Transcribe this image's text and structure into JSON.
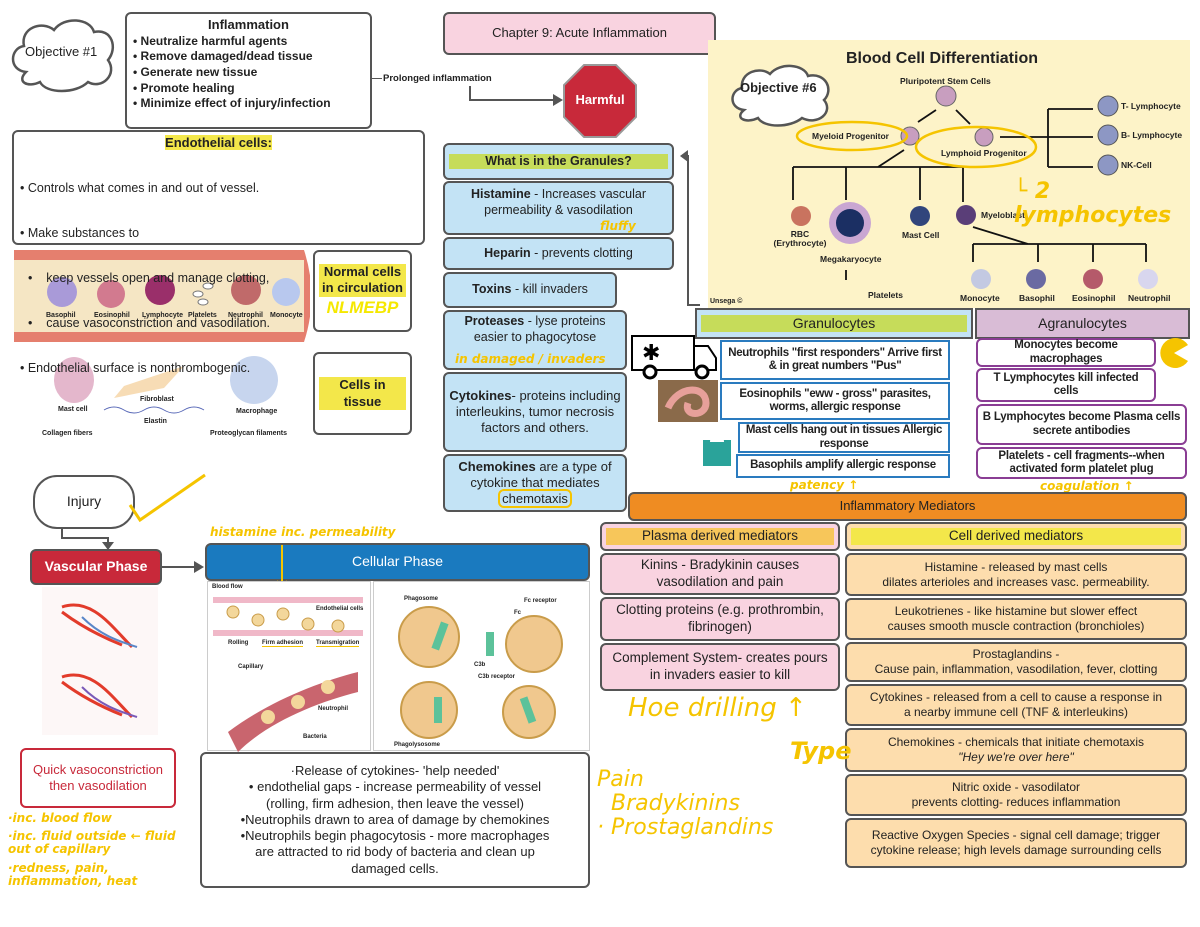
{
  "objective1": "Objective #1",
  "inflammation": {
    "title": "Inflammation",
    "items": [
      "• Neutralize harmful agents",
      "• Remove damaged/dead tissue",
      "• Generate new tissue",
      "• Promote healing",
      "• Minimize effect of injury/infection"
    ]
  },
  "prolonged": "Prolonged inflammation",
  "chapter": "Chapter 9: Acute Inflammation",
  "harmful": "Harmful",
  "endothelial": {
    "title": "Endothelial cells:",
    "items": [
      "• Controls what comes in and out of vessel.",
      "• Make substances to",
      "•    keep vessels open and manage clotting,",
      "•    cause vasoconstriction and vasodilation.",
      "• Endothelial surface is nonthrombogenic."
    ]
  },
  "vessel_labels": [
    "Basophil",
    "Eosinophil",
    "Lymphocyte",
    "Platelets",
    "Neutrophil",
    "Monocyte"
  ],
  "tissue_labels": [
    "Mast cell",
    "Fibroblast",
    "Elastin",
    "Macrophage",
    "Collagen fibers",
    "Proteoglycan filaments"
  ],
  "normal_cells": "Normal cells in circulation",
  "normal_note": "NLMEBP",
  "cells_tissue": "Cells in tissue",
  "granules": {
    "header": "What is in the Granules?",
    "histamine": {
      "b": "Histamine",
      "t": " - Increases vascular permeability  & vasodilation",
      "note": "fluffy"
    },
    "heparin": {
      "b": "Heparin",
      "t": " - prevents clotting"
    },
    "toxins": {
      "b": "Toxins",
      "t": " - kill invaders"
    },
    "proteases": {
      "b": "Proteases",
      "t": " - lyse proteins easier to phagocytose",
      "note": "in damaged / invaders"
    },
    "cytokines": {
      "b": "Cytokines",
      "t": "- proteins including interleukins, tumor necrosis factors and others."
    },
    "chemokines": {
      "b": "Chemokines",
      "t": " are a type of cytokine that mediates ",
      "u": "chemotaxis"
    }
  },
  "blood": {
    "title": "Blood Cell Differentiation",
    "objective": "Objective #6",
    "stem": "Pluripotent Stem Cells",
    "myeloid": "Myeloid Progenitor",
    "lymphoid": "Lymphoid Progenitor",
    "t": "T- Lymphocyte",
    "b": "B- Lymphocyte",
    "nk": "NK-Cell",
    "rbc": "RBC (Erythrocyte)",
    "mega": "Megakaryocyte",
    "platelets": "Platelets",
    "mast": "Mast Cell",
    "myeloblast": "Myeloblast",
    "mono": "Monocyte",
    "baso": "Basophil",
    "eos": "Eosinophil",
    "neut": "Neutrophil",
    "credit": "Unsega ©",
    "note": "└ 2 lymphocytes"
  },
  "granulocytes": {
    "header": "Granulocytes",
    "rows": [
      "Neutrophils \"first responders\" Arrive first & in great numbers  \"Pus\"",
      "Eosinophils \"eww - gross\" parasites, worms, allergic response",
      "Mast cells hang out in tissues  Allergic response",
      "Basophils amplify allergic response"
    ],
    "note": "patency ↑"
  },
  "agranulocytes": {
    "header": "Agranulocytes",
    "rows": [
      "Monocytes become macrophages",
      "T Lymphocytes kill infected cells",
      "B Lymphocytes  become Plasma cells secrete antibodies",
      "Platelets - cell fragments--when activated form platelet plug"
    ],
    "note": "coagulation ↑"
  },
  "mediators": {
    "header": "Inflammatory Mediators",
    "plasma_header": "Plasma derived mediators",
    "plasma": [
      "Kinins - Bradykinin causes vasodilation and pain",
      "Clotting proteins (e.g. prothrombin, fibrinogen)",
      "Complement System- creates pours in invaders easier to kill"
    ],
    "cell_header": "Cell derived mediators",
    "cell": [
      [
        "Histamine - released by mast cells",
        "dilates arterioles and increases vasc. permeability."
      ],
      [
        "Leukotrienes - like histamine but slower effect",
        "causes smooth muscle contraction (bronchioles)"
      ],
      [
        "Prostaglandins -",
        "Cause pain, inflammation, vasodilation, fever, clotting"
      ],
      [
        "Cytokines - released from a cell to cause a response in",
        "a nearby immune cell (TNF & interleukins)"
      ],
      [
        "Chemokines - chemicals that initiate chemotaxis",
        "\"Hey we're over here\""
      ],
      [
        "Nitric oxide - vasodilator",
        "prevents clotting- reduces inflammation"
      ],
      [
        "Reactive Oxygen Species - signal cell damage; trigger",
        "cytokine release; high levels damage surrounding cells"
      ]
    ],
    "type_note": "Type"
  },
  "injury": "Injury",
  "vascular": "Vascular Phase",
  "cellular": "Cellular Phase",
  "cellular_note": "histamine inc. permeability",
  "rolling_labels": [
    "Blood flow",
    "Endothelial cells",
    "Rolling",
    "Firm adhesion",
    "Transmigration",
    "Capillary",
    "Neutrophil",
    "Bacteria"
  ],
  "phago_labels": [
    "Phagosome",
    "Fc receptor",
    "Fc",
    "C3b",
    "C3b receptor",
    "Phagolysosome"
  ],
  "quick": "Quick vasoconstriction then vasodilation",
  "quick_notes": [
    "·inc. blood flow",
    "·inc. fluid outside ← fluid out of capillary",
    "·redness, pain, inflammation, heat"
  ],
  "release": [
    "·Release of cytokines- 'help needed'",
    "• endothelial gaps - increase permeability of vessel",
    "(rolling, firm adhesion, then leave the vessel)",
    "•Neutrophils drawn to area of damage by chemokines",
    "•Neutrophils begin phagocytosis - more macrophages",
    "are attracted to rid body of bacteria and clean up",
    "damaged cells."
  ],
  "hoe": "Hoe drilling ↑",
  "pain_notes": [
    "Pain",
    "Bradykinins",
    "· Prostaglandins"
  ],
  "colors": {
    "red": "#c8293a",
    "blue": "#1a7abf",
    "orange": "#ef8c22",
    "pink": "#f9d3e0",
    "peach": "#fdddad",
    "lightblue": "#c3e3f5",
    "purple": "#8a3d94",
    "yellow": "#f5c400"
  }
}
